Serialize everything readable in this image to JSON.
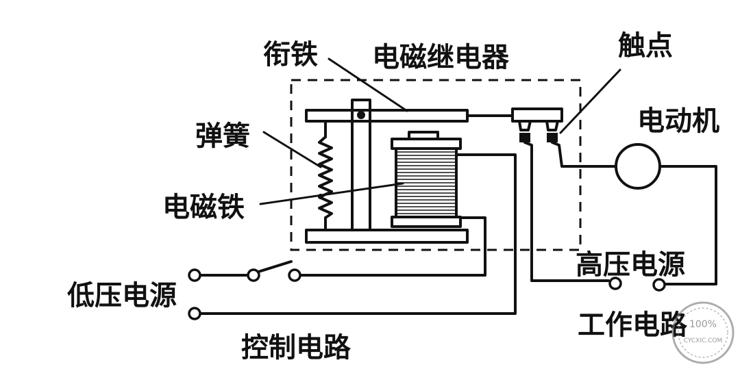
{
  "labels": {
    "armature": "衔铁",
    "relay": "电磁继电器",
    "contact": "触点",
    "spring": "弹簧",
    "motor": "电动机",
    "electromagnet": "电磁铁",
    "high_voltage": "高压电源",
    "low_voltage": "低压电源",
    "working_circuit": "工作电路",
    "control_circuit": "控制电路"
  },
  "watermark": {
    "line1": "100%",
    "line2": "CYCXIC.COM"
  }
}
